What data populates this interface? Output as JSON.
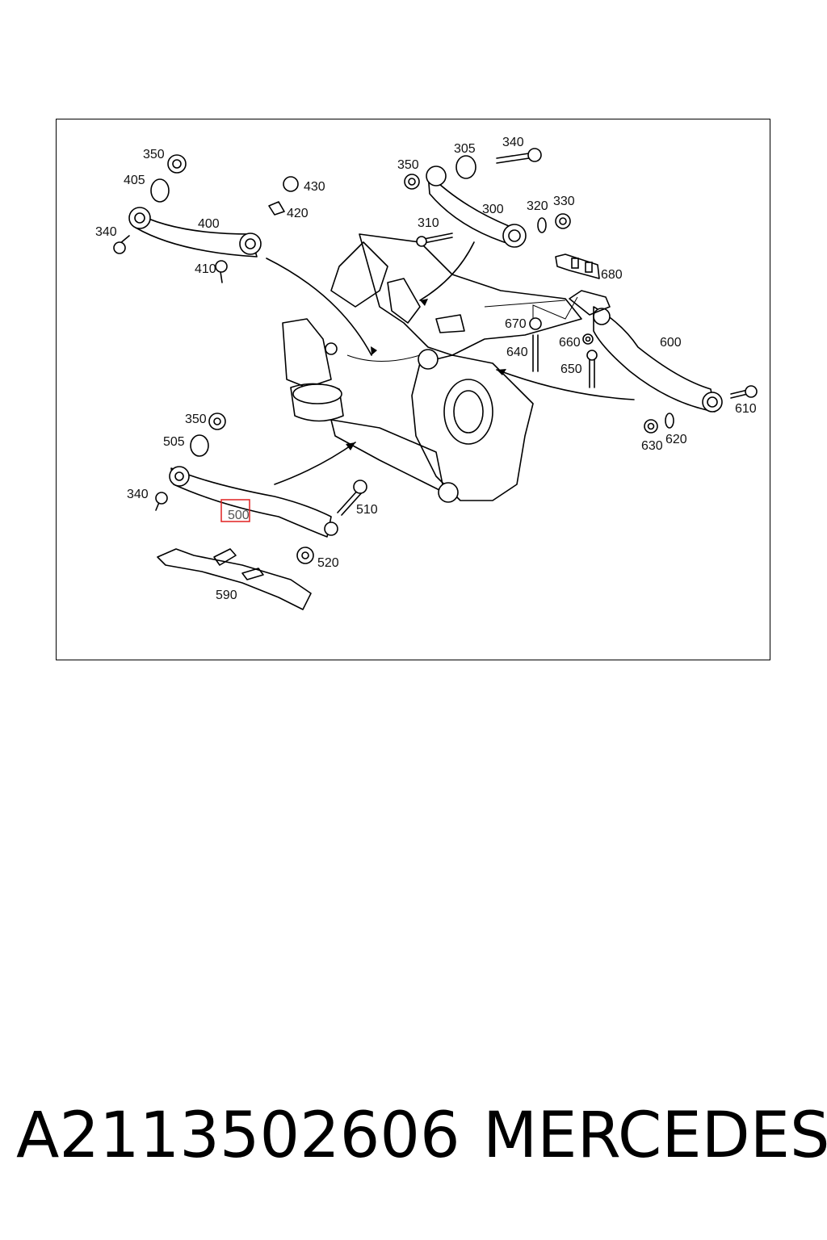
{
  "diagram": {
    "labels": {
      "l350a": "350",
      "l405": "405",
      "l430": "430",
      "l420": "420",
      "l340a": "340",
      "l400": "400",
      "l410": "410",
      "l305": "305",
      "l340b": "340",
      "l350b": "350",
      "l300": "300",
      "l320": "320",
      "l330": "330",
      "l310": "310",
      "l680": "680",
      "l670": "670",
      "l640": "640",
      "l660": "660",
      "l650": "650",
      "l600": "600",
      "l610": "610",
      "l630": "630",
      "l620": "620",
      "l350c": "350",
      "l505": "505",
      "l340c": "340",
      "l500": "500",
      "l510": "510",
      "l520": "520",
      "l590": "590"
    },
    "highlight_color": "#e02020"
  },
  "caption": {
    "part_number": "A2113502606",
    "brand": "MERCEDES"
  }
}
